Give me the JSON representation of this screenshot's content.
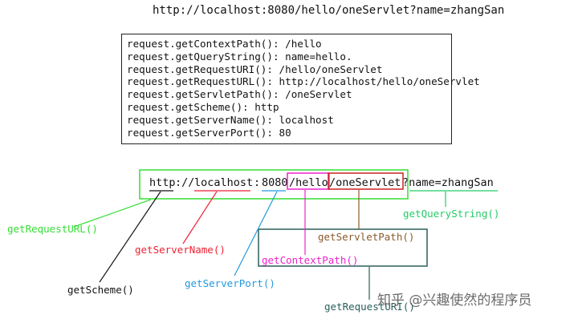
{
  "top_url": "http://localhost:8080/hello/oneServlet?name=zhangSan",
  "api_lines": [
    "request.getContextPath(): /hello",
    "request.getQueryString(): name=hello.",
    "request.getRequestURI(): /hello/oneServlet",
    "request.getRequestURL(): http://localhost/hello/oneServlet",
    "request.getServletPath(): /oneServlet",
    "request.getScheme(): http",
    "request.getServerName(): localhost",
    "request.getServerPort(): 80"
  ],
  "url_parts": {
    "scheme": "http",
    "sep1": "://",
    "host": "localhost",
    "colon": ":",
    "port": "8080",
    "context": "/hello",
    "servlet": "/oneServlet",
    "query": "?name=zhangSan"
  },
  "labels": {
    "request_url": "getRequestURL()",
    "query_string": "getQueryString()",
    "servlet_path": "getServletPath()",
    "server_name": "getServerName()",
    "context_path": "getContextPath()",
    "scheme": "getScheme()",
    "server_port": "getServerPort()",
    "request_uri": "getRequestURI()"
  },
  "watermark": "知乎 @兴趣使然的程序员",
  "colors": {
    "green": "#33dd33",
    "red": "#ee2233",
    "blue": "#2299dd",
    "magenta": "#ee22cc",
    "brown": "#8a5a2a",
    "teal": "#2a5f5a",
    "black": "#111111",
    "query_green": "#22cc66"
  }
}
